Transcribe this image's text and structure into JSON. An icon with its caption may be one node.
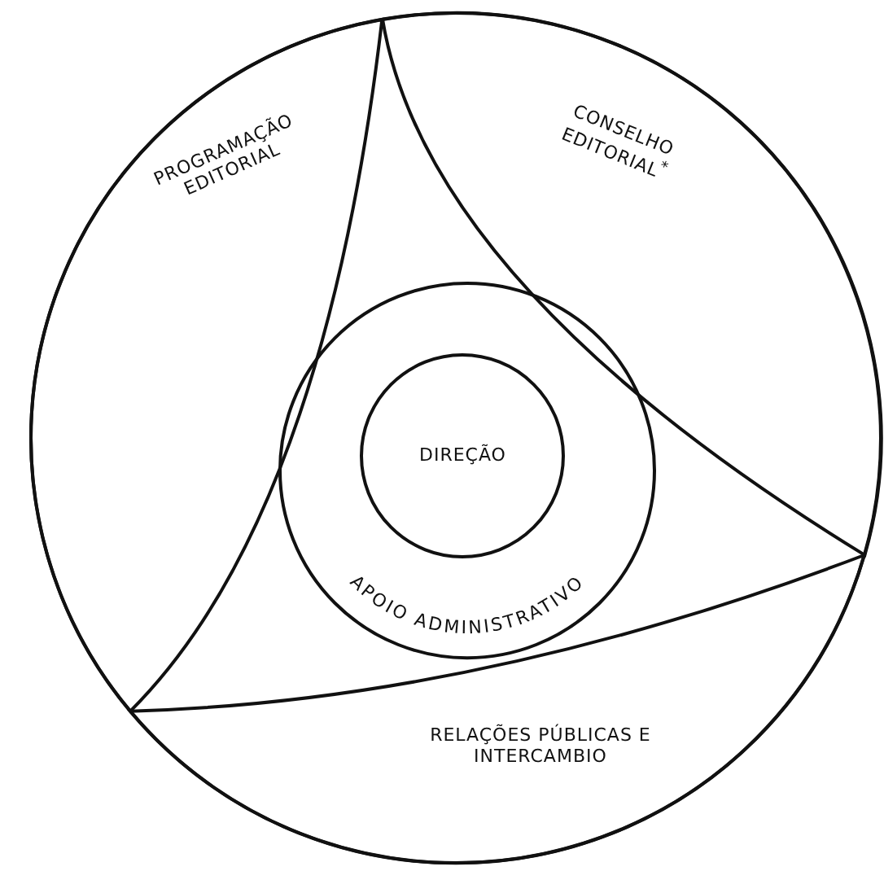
{
  "diagram": {
    "nodes": [
      {
        "text": [],
        "shape": "circle"
      },
      {
        "text": [
          "PROGRAMAÇÃO EDITORIAL"
        ],
        "in": 0
      },
      {
        "text": [
          "CONSELHO EDITORIAL$^{*}$"
        ],
        "in": 0
      },
      {
        "text": [
          "RELAÇÕES PÚBLICAS E INTERCAMBIO"
        ],
        "in": 0
      },
      {
        "text": [
          "APOIO ADMINISTRATIVO"
        ],
        "in": 0
      },
      {
        "text": [
          "DIREÇÃO"
        ],
        "in": 4
      }
    ]
  }
}
